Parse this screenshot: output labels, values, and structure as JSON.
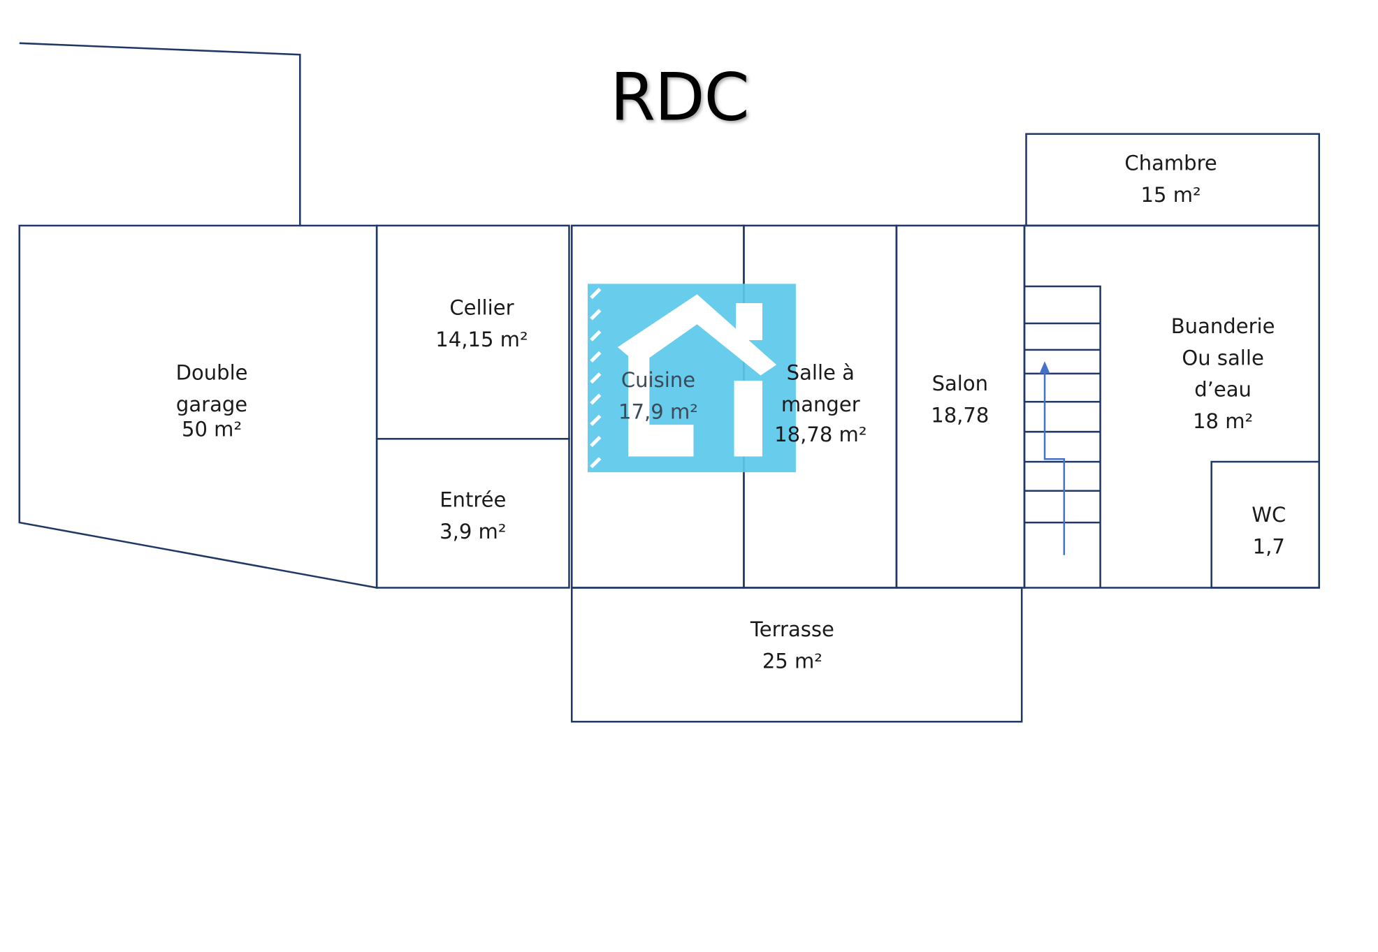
{
  "plan": {
    "title": "RDC",
    "rooms": {
      "double_garage": {
        "line1": "Double",
        "line2": "garage",
        "area": "50 m²"
      },
      "cellier": {
        "name": "Cellier",
        "area": "14,15 m²"
      },
      "entree": {
        "name": "Entrée",
        "area": "3,9 m²"
      },
      "cuisine": {
        "name": "Cuisine",
        "area": "17,9 m²"
      },
      "salle_a_manger": {
        "line1": "Salle à",
        "line2": "manger",
        "area": "18,78 m²"
      },
      "salon": {
        "name": "Salon",
        "area": "18,78"
      },
      "chambre": {
        "name": "Chambre",
        "area": "15 m²"
      },
      "buanderie": {
        "line1": "Buanderie",
        "line2": "Ou salle",
        "line3": "d’eau",
        "area": "18 m²"
      },
      "wc": {
        "name": "WC",
        "area": "1,7"
      },
      "terrasse": {
        "name": "Terrasse",
        "area": "25 m²"
      }
    },
    "colors": {
      "wall_stroke": "#1f3864",
      "watermark_fill": "#5bc8ec",
      "stair_arrow": "#4472c4"
    },
    "icons": {
      "watermark": "house-logo-icon",
      "stairs": "stairs-icon",
      "stair_arrow": "arrow-up-icon"
    }
  }
}
